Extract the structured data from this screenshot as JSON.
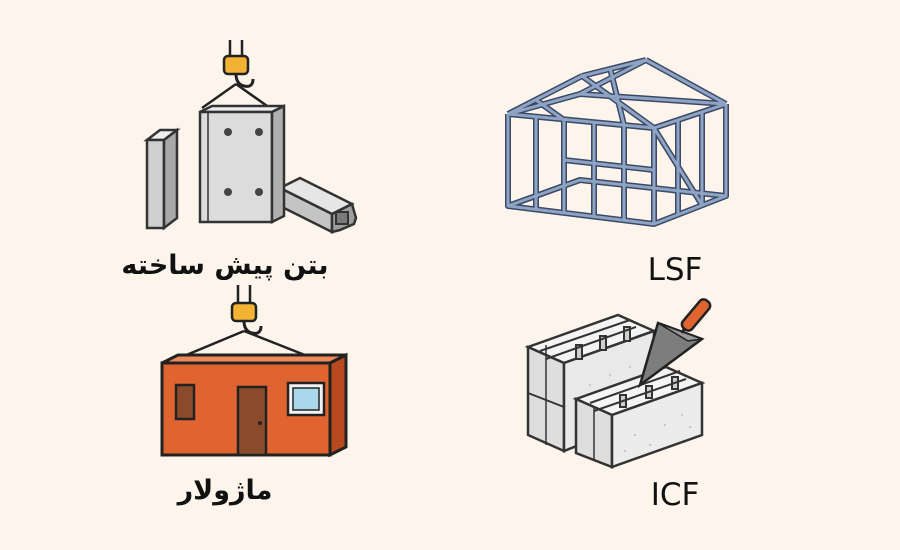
{
  "items": [
    {
      "id": "precast",
      "label": "بتن پیش ساخته"
    },
    {
      "id": "lsf",
      "label": "LSF"
    },
    {
      "id": "modular",
      "label": "ماژولار"
    },
    {
      "id": "icf",
      "label": "ICF"
    }
  ],
  "colors": {
    "background": "#fdf5ec",
    "concrete": "#d9d9d9",
    "steel_frame": "#8fa4c4",
    "hook": "#f2b233",
    "container": "#e0642f",
    "door": "#8b4a2a",
    "window": "#a9d8ea",
    "trowel_handle": "#e0642f"
  }
}
